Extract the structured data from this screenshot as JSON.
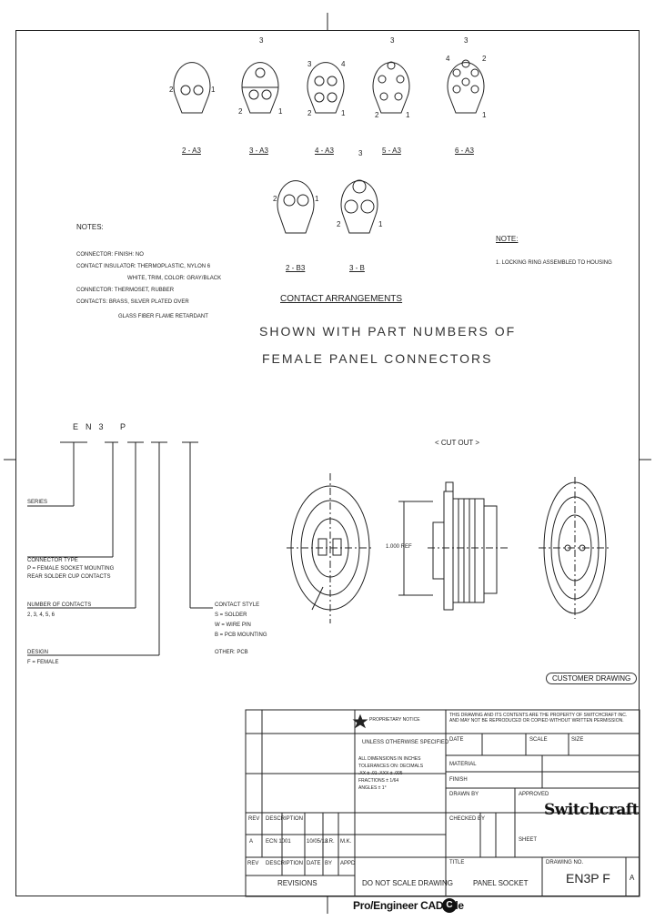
{
  "connectors": {
    "c1": {
      "label": "2 - A3",
      "p1": "1",
      "p2": "2"
    },
    "c2": {
      "label": "3 - A3",
      "p1": "1",
      "p2": "2",
      "p3": "3"
    },
    "c3": {
      "label": "4 - A3",
      "p1": "1",
      "p2": "2",
      "p3": "3",
      "p4": "4"
    },
    "c4": {
      "label": "5 - A3",
      "p1": "1",
      "p2": "2",
      "p3": "3"
    },
    "c5": {
      "label": "6 - A3",
      "p1": "1",
      "p2": "2",
      "p3": "3",
      "p4": "4"
    },
    "c6": {
      "label": "2 - B3",
      "p1": "1",
      "p2": "2"
    },
    "c7": {
      "label": "3 - B",
      "p1": "1",
      "p2": "2",
      "p3": "3"
    }
  },
  "notes": {
    "title": "NOTES:",
    "lines": [
      "CONNECTOR: FINISH: NO",
      "CONTACT INSULATOR: THERMOPLASTIC, NYLON 6",
      "WHITE, TRIM, COLOR: GRAY/BLACK",
      "CONNECTOR: THERMOSET, RUBBER",
      "CONTACTS: BRASS, SILVER PLATED OVER",
      "GLASS FIBER FLAME RETARDANT"
    ],
    "contact_arrangements": "CONTACT ARRANGEMENTS",
    "heading_line1": "SHOWN WITH PART NUMBERS OF",
    "heading_line2": "FEMALE PANEL CONNECTORS"
  },
  "right_note": {
    "title": "NOTE:",
    "text": "1. LOCKING RING ASSEMBLED TO HOUSING"
  },
  "part_number": {
    "code": "EN3 P",
    "labels": {
      "series": "SERIES",
      "connector_type": [
        "CONNECTOR TYPE",
        "P = FEMALE SOCKET MOUNTING",
        "REAR SOLDER CUP CONTACTS"
      ],
      "contacts": [
        "NUMBER OF CONTACTS",
        "2, 3, 4, 5, 6"
      ],
      "design": [
        "DESIGN",
        "F = FEMALE"
      ],
      "contact_suffix": [
        "CONTACT STYLE",
        "S = SOLDER",
        "W = WIRE PIN",
        "B = PCB MOUNTING",
        "OTHER: PCB"
      ]
    }
  },
  "views": {
    "cut_out": "< CUT OUT >",
    "dim_center": "1.000 REF",
    "customer_drawing": "CUSTOMER DRAWING"
  },
  "title_block": {
    "rev_header": [
      "REV",
      "DESCRIPTION",
      "DATE",
      "BY",
      "APPD"
    ],
    "rev_row": [
      "A",
      "ECN 1001",
      "10/05/18",
      "J.R.",
      "M.K."
    ],
    "revisions": "REVISIONS",
    "proprietary": "THIS DRAWING AND ITS CONTENTS ARE THE PROPERTY OF SWITCHCRAFT INC. AND MAY NOT BE REPRODUCED OR COPIED WITHOUT WRITTEN PERMISSION.",
    "unless": "UNLESS OTHERWISE SPECIFIED",
    "tolerances": [
      "ALL DIMENSIONS IN INCHES",
      "TOLERANCES ON: DECIMALS",
      ".XX ± .01  .XXX ± .005",
      "FRACTIONS ± 1/64",
      "ANGLES ± 1°"
    ],
    "material": "MATERIAL",
    "finish": "FINISH",
    "scale": "SCALE",
    "size": "SIZE",
    "sheet": "SHEET",
    "drawn": "DRAWN BY",
    "checked": "CHECKED BY",
    "approved": "APPROVED",
    "date": "DATE",
    "title_label": "TITLE",
    "title_value": "PANEL SOCKET",
    "do_not_scale": "DO NOT SCALE DRAWING",
    "dwg_no_label": "DRAWING NO.",
    "dwg_no": "EN3P  F",
    "company": "Switchcraft",
    "rev_box": "A"
  },
  "footer": {
    "label": "Pro/Engineer CAD File",
    "badge": "C"
  }
}
